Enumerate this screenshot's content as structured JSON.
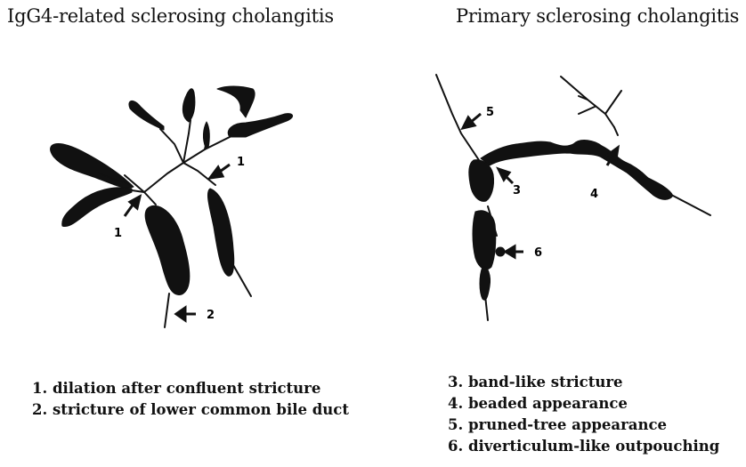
{
  "panels": [
    {
      "title": "IgG4-related sclerosing cholangitis",
      "markers": [
        "1",
        "1",
        "2"
      ],
      "legend": [
        "1. dilation after confluent stricture",
        "2. stricture of lower common bile duct"
      ]
    },
    {
      "title": "Primary sclerosing cholangitis",
      "markers": [
        "5",
        "3",
        "4",
        "6"
      ],
      "legend": [
        "3. band-like stricture",
        "4. beaded appearance",
        "5. pruned-tree appearance",
        "6. diverticulum-like outpouching"
      ]
    }
  ],
  "colors": {
    "duct": "#111111",
    "background": "#ffffff"
  }
}
